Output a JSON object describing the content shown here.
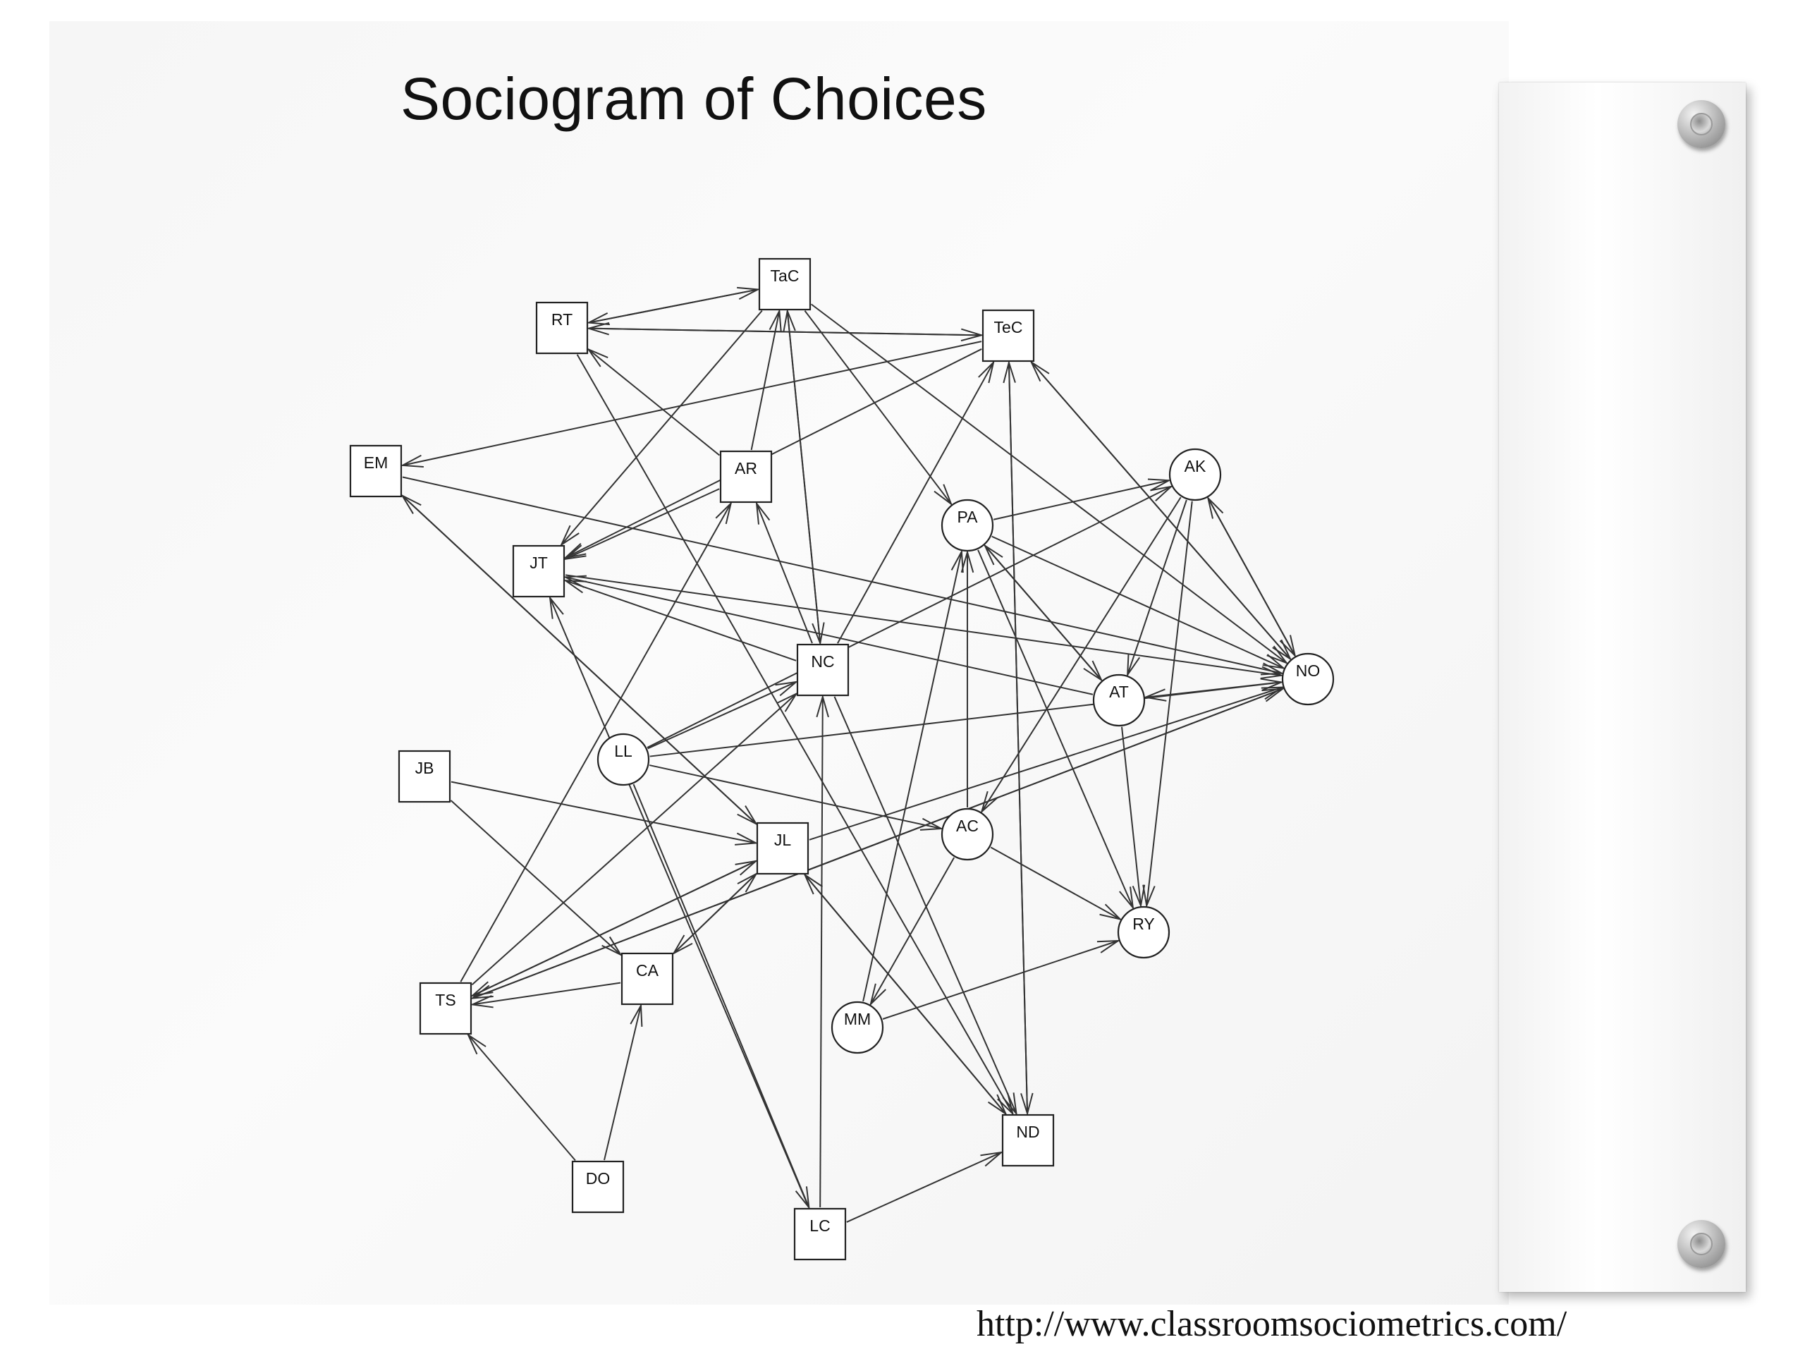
{
  "title": "Sociogram of Choices",
  "url": "http://www.classroomsociometrics.com/",
  "nodes": [
    {
      "id": "TaC",
      "shape": "square"
    },
    {
      "id": "RT",
      "shape": "square"
    },
    {
      "id": "TeC",
      "shape": "square"
    },
    {
      "id": "EM",
      "shape": "square"
    },
    {
      "id": "AR",
      "shape": "square"
    },
    {
      "id": "AK",
      "shape": "circle"
    },
    {
      "id": "PA",
      "shape": "circle"
    },
    {
      "id": "JT",
      "shape": "square"
    },
    {
      "id": "NC",
      "shape": "square"
    },
    {
      "id": "NO",
      "shape": "circle"
    },
    {
      "id": "AT",
      "shape": "circle"
    },
    {
      "id": "LL",
      "shape": "circle"
    },
    {
      "id": "JB",
      "shape": "square"
    },
    {
      "id": "JL",
      "shape": "square"
    },
    {
      "id": "AC",
      "shape": "circle"
    },
    {
      "id": "RY",
      "shape": "circle"
    },
    {
      "id": "CA",
      "shape": "square"
    },
    {
      "id": "TS",
      "shape": "square"
    },
    {
      "id": "MM",
      "shape": "circle"
    },
    {
      "id": "ND",
      "shape": "square"
    },
    {
      "id": "DO",
      "shape": "square"
    },
    {
      "id": "LC",
      "shape": "square"
    }
  ],
  "edges": [
    [
      "RT",
      "TaC"
    ],
    [
      "TaC",
      "RT"
    ],
    [
      "RT",
      "TeC"
    ],
    [
      "TeC",
      "RT"
    ],
    [
      "TaC",
      "NO"
    ],
    [
      "TaC",
      "PA"
    ],
    [
      "TaC",
      "JT"
    ],
    [
      "TeC",
      "EM"
    ],
    [
      "TeC",
      "JT"
    ],
    [
      "TeC",
      "NO"
    ],
    [
      "NO",
      "TeC"
    ],
    [
      "TeC",
      "ND"
    ],
    [
      "AR",
      "TaC"
    ],
    [
      "AR",
      "RT"
    ],
    [
      "AR",
      "JT"
    ],
    [
      "NC",
      "TaC"
    ],
    [
      "TaC",
      "NC"
    ],
    [
      "NC",
      "AR"
    ],
    [
      "NC",
      "JT"
    ],
    [
      "NC",
      "TeC"
    ],
    [
      "EM",
      "NO"
    ],
    [
      "EM",
      "JL"
    ],
    [
      "JL",
      "EM"
    ],
    [
      "PA",
      "AK"
    ],
    [
      "PA",
      "NO"
    ],
    [
      "PA",
      "AT"
    ],
    [
      "AT",
      "PA"
    ],
    [
      "PA",
      "RY"
    ],
    [
      "AK",
      "NO"
    ],
    [
      "NO",
      "AK"
    ],
    [
      "AK",
      "AT"
    ],
    [
      "AK",
      "RY"
    ],
    [
      "AK",
      "AC"
    ],
    [
      "JT",
      "NO"
    ],
    [
      "AT",
      "JT"
    ],
    [
      "AT",
      "RY"
    ],
    [
      "NO",
      "AT"
    ],
    [
      "LL",
      "NC"
    ],
    [
      "LL",
      "AK"
    ],
    [
      "LL",
      "NO"
    ],
    [
      "LL",
      "AC"
    ],
    [
      "LL",
      "LC"
    ],
    [
      "JB",
      "JL"
    ],
    [
      "JB",
      "CA"
    ],
    [
      "JL",
      "NO"
    ],
    [
      "JL",
      "CA"
    ],
    [
      "JL",
      "ND"
    ],
    [
      "CA",
      "JL"
    ],
    [
      "JL",
      "TS"
    ],
    [
      "AC",
      "PA"
    ],
    [
      "AC",
      "RY"
    ],
    [
      "AC",
      "MM"
    ],
    [
      "MM",
      "PA"
    ],
    [
      "MM",
      "RY"
    ],
    [
      "TS",
      "AR"
    ],
    [
      "TS",
      "NC"
    ],
    [
      "TS",
      "JL"
    ],
    [
      "TS",
      "NO"
    ],
    [
      "NO",
      "TS"
    ],
    [
      "CA",
      "TS"
    ],
    [
      "DO",
      "TS"
    ],
    [
      "DO",
      "CA"
    ],
    [
      "LC",
      "NC"
    ],
    [
      "LC",
      "JT"
    ],
    [
      "LC",
      "ND"
    ],
    [
      "RT",
      "ND"
    ],
    [
      "NC",
      "ND"
    ],
    [
      "ND",
      "JL"
    ],
    [
      "ND",
      "TeC"
    ]
  ]
}
